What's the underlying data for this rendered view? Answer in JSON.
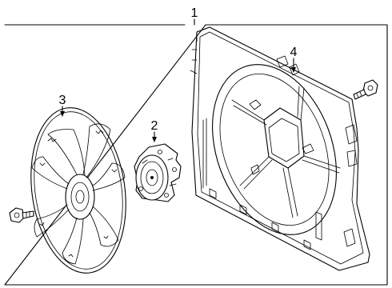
{
  "callouts": {
    "part_1": "1",
    "part_2": "2",
    "part_3": "3",
    "part_4": "4"
  },
  "colors": {
    "line": "#000000",
    "background": "#ffffff"
  }
}
